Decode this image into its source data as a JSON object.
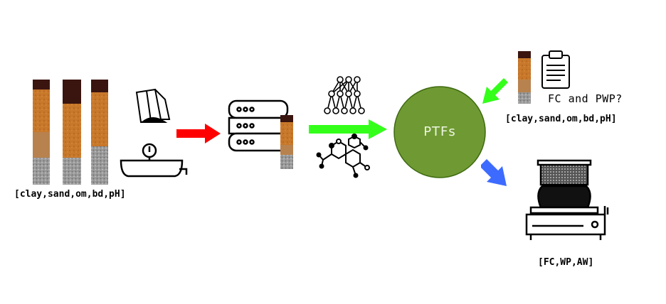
{
  "labels": {
    "inputs_left": "[clay,sand,om,bd,pH]",
    "question": "FC and PWP?",
    "inputs_right": "[clay,sand,om,bd,pH]",
    "outputs": "[FC,WP,AW]",
    "model": "PTFs"
  },
  "colors": {
    "soil_top": "#3a1510",
    "soil_orange": "#c8782a",
    "soil_gray": "#8c8c8c",
    "arrow_red": "#ff0000",
    "arrow_green": "#33ff1a",
    "arrow_blue": "#3d6bff",
    "ptfs_circle": "#6f9a33"
  },
  "icons": [
    "soil-core-icon",
    "sample-bag-icon",
    "weighing-scale-icon",
    "server-database-icon",
    "neural-network-icon",
    "molecule-graph-icon",
    "clipboard-icon",
    "lab-instrument-icon"
  ]
}
